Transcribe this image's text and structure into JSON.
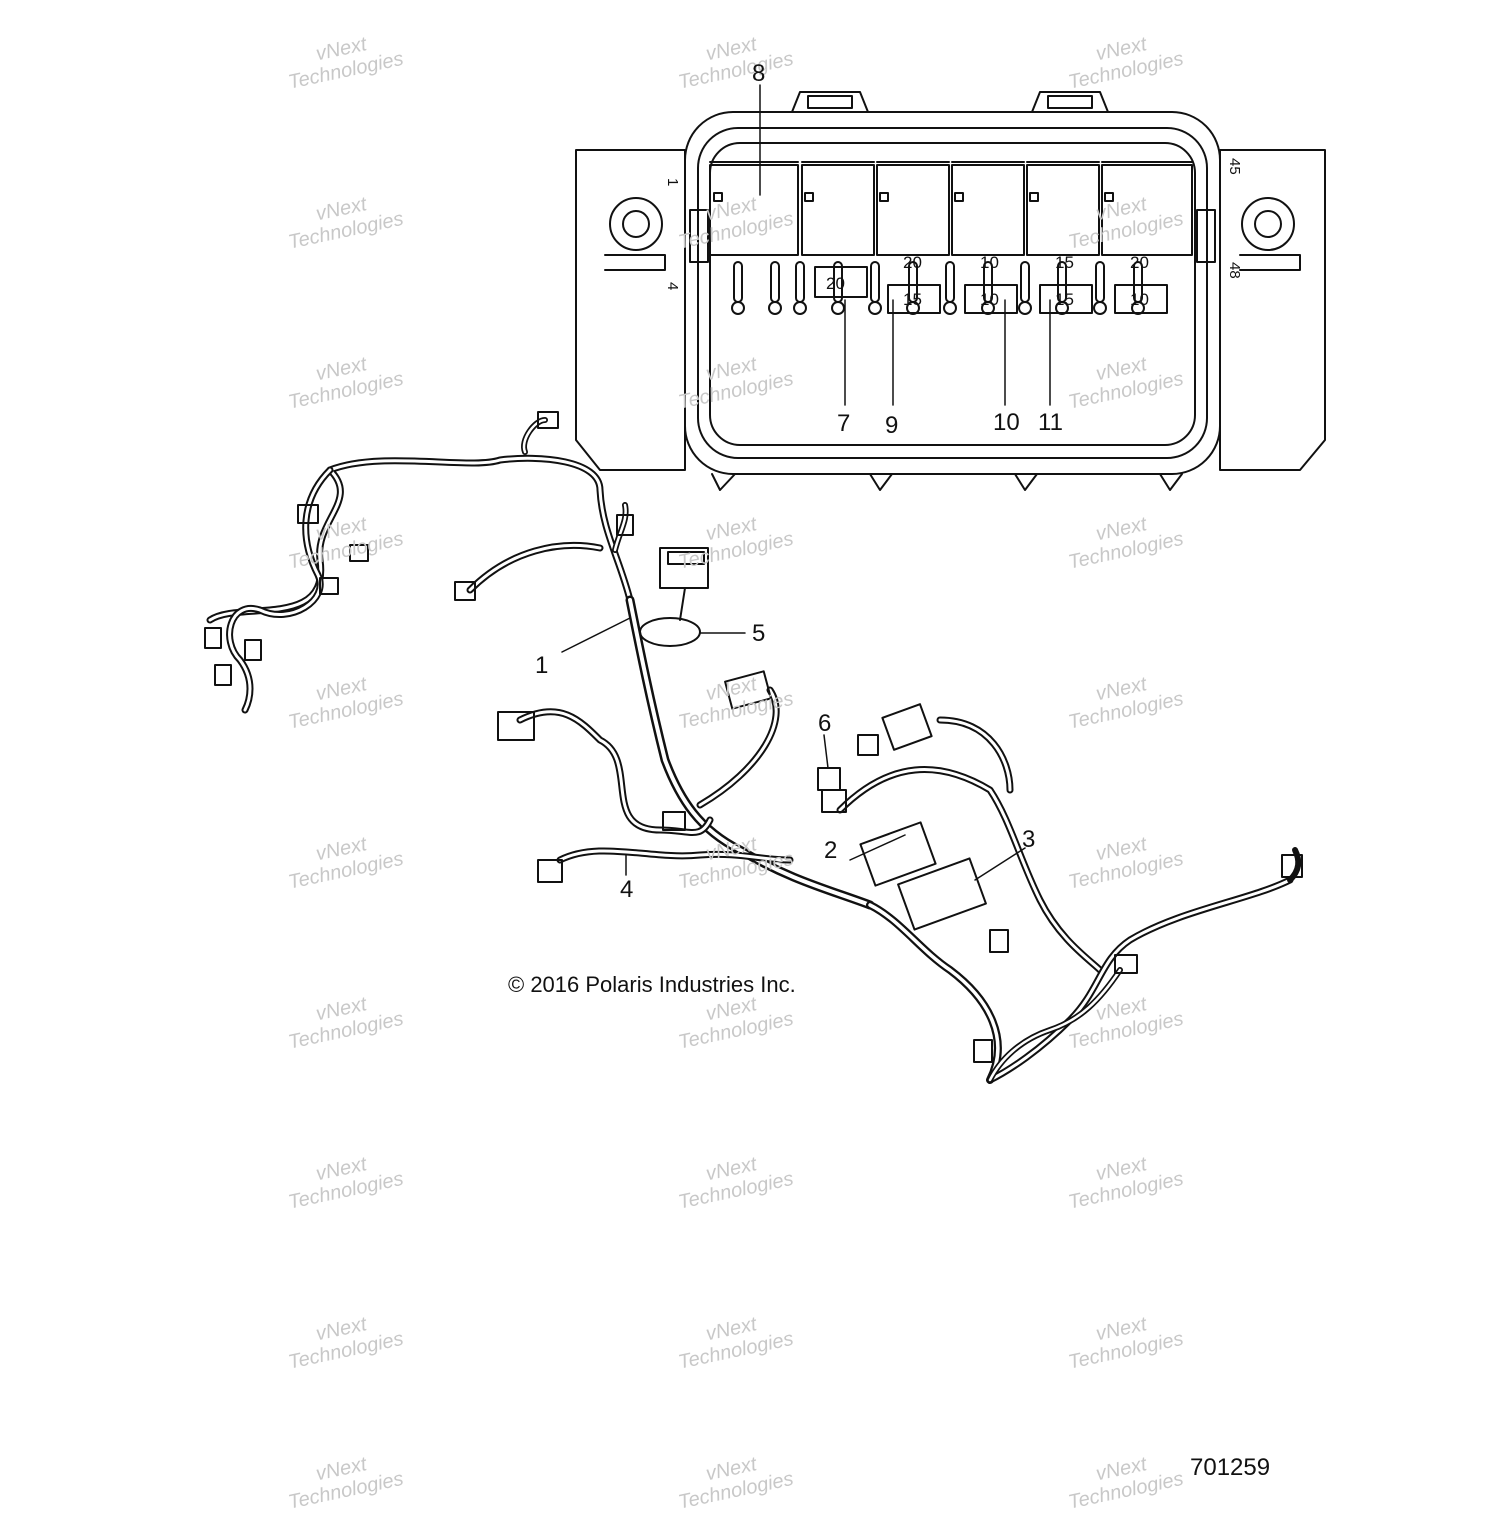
{
  "copyright": "© 2016 Polaris Industries Inc.",
  "part_number": "701259",
  "watermark": {
    "line1": "vNext",
    "line2": "Technologies"
  },
  "callouts": [
    {
      "id": "1",
      "text": "1"
    },
    {
      "id": "2",
      "text": "2"
    },
    {
      "id": "3",
      "text": "3"
    },
    {
      "id": "4",
      "text": "4"
    },
    {
      "id": "5",
      "text": "5"
    },
    {
      "id": "6",
      "text": "6"
    },
    {
      "id": "7",
      "text": "7"
    },
    {
      "id": "8",
      "text": "8"
    },
    {
      "id": "9",
      "text": "9"
    },
    {
      "id": "10",
      "text": "10"
    },
    {
      "id": "11",
      "text": "11"
    }
  ],
  "fuse_box": {
    "pin_labels": [
      "1",
      "4",
      "45",
      "48"
    ],
    "fuse_ratings_top": [
      "20",
      "10",
      "15",
      "20"
    ],
    "fuse_ratings_bottom": [
      "20",
      "15",
      "10",
      "15",
      "10"
    ]
  }
}
